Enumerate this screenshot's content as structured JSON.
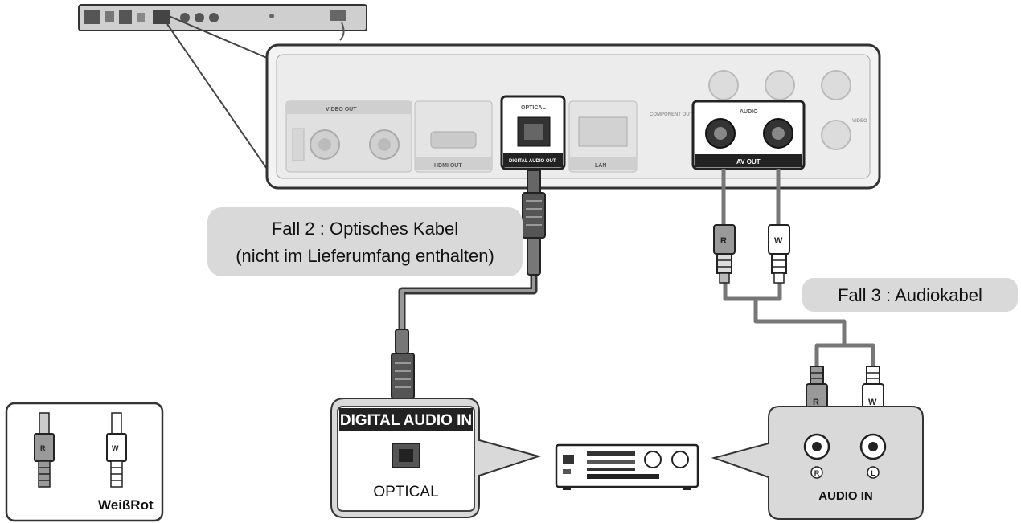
{
  "labels": {
    "case2_line1": "Fall 2 : Optisches Kabel",
    "case2_line2": "(nicht im Lieferumfang enthalten)",
    "case3": "Fall 3 : Audiokabel",
    "digital_audio_in": "DIGITAL AUDIO IN",
    "optical": "OPTICAL",
    "audio_in": "AUDIO IN",
    "legend_text": "WeißRot"
  },
  "panel": {
    "video_out": "VIDEO OUT",
    "hdmi_out": "HDMI OUT",
    "optical_top": "OPTICAL",
    "digital_audio_out": "DIGITAL AUDIO OUT",
    "lan": "LAN",
    "component_out": "COMPONENT OUT",
    "audio": "AUDIO",
    "av_out": "AV OUT",
    "video": "VIDEO"
  },
  "plugs": {
    "red": "R",
    "white": "W",
    "right_marker": "R",
    "left_marker": "L"
  },
  "colors": {
    "line": "#444444",
    "bubble": "#d9d9d9",
    "panel_fill": "#f2f2f2",
    "cable": "#8c8c8c",
    "dark": "#222222"
  }
}
